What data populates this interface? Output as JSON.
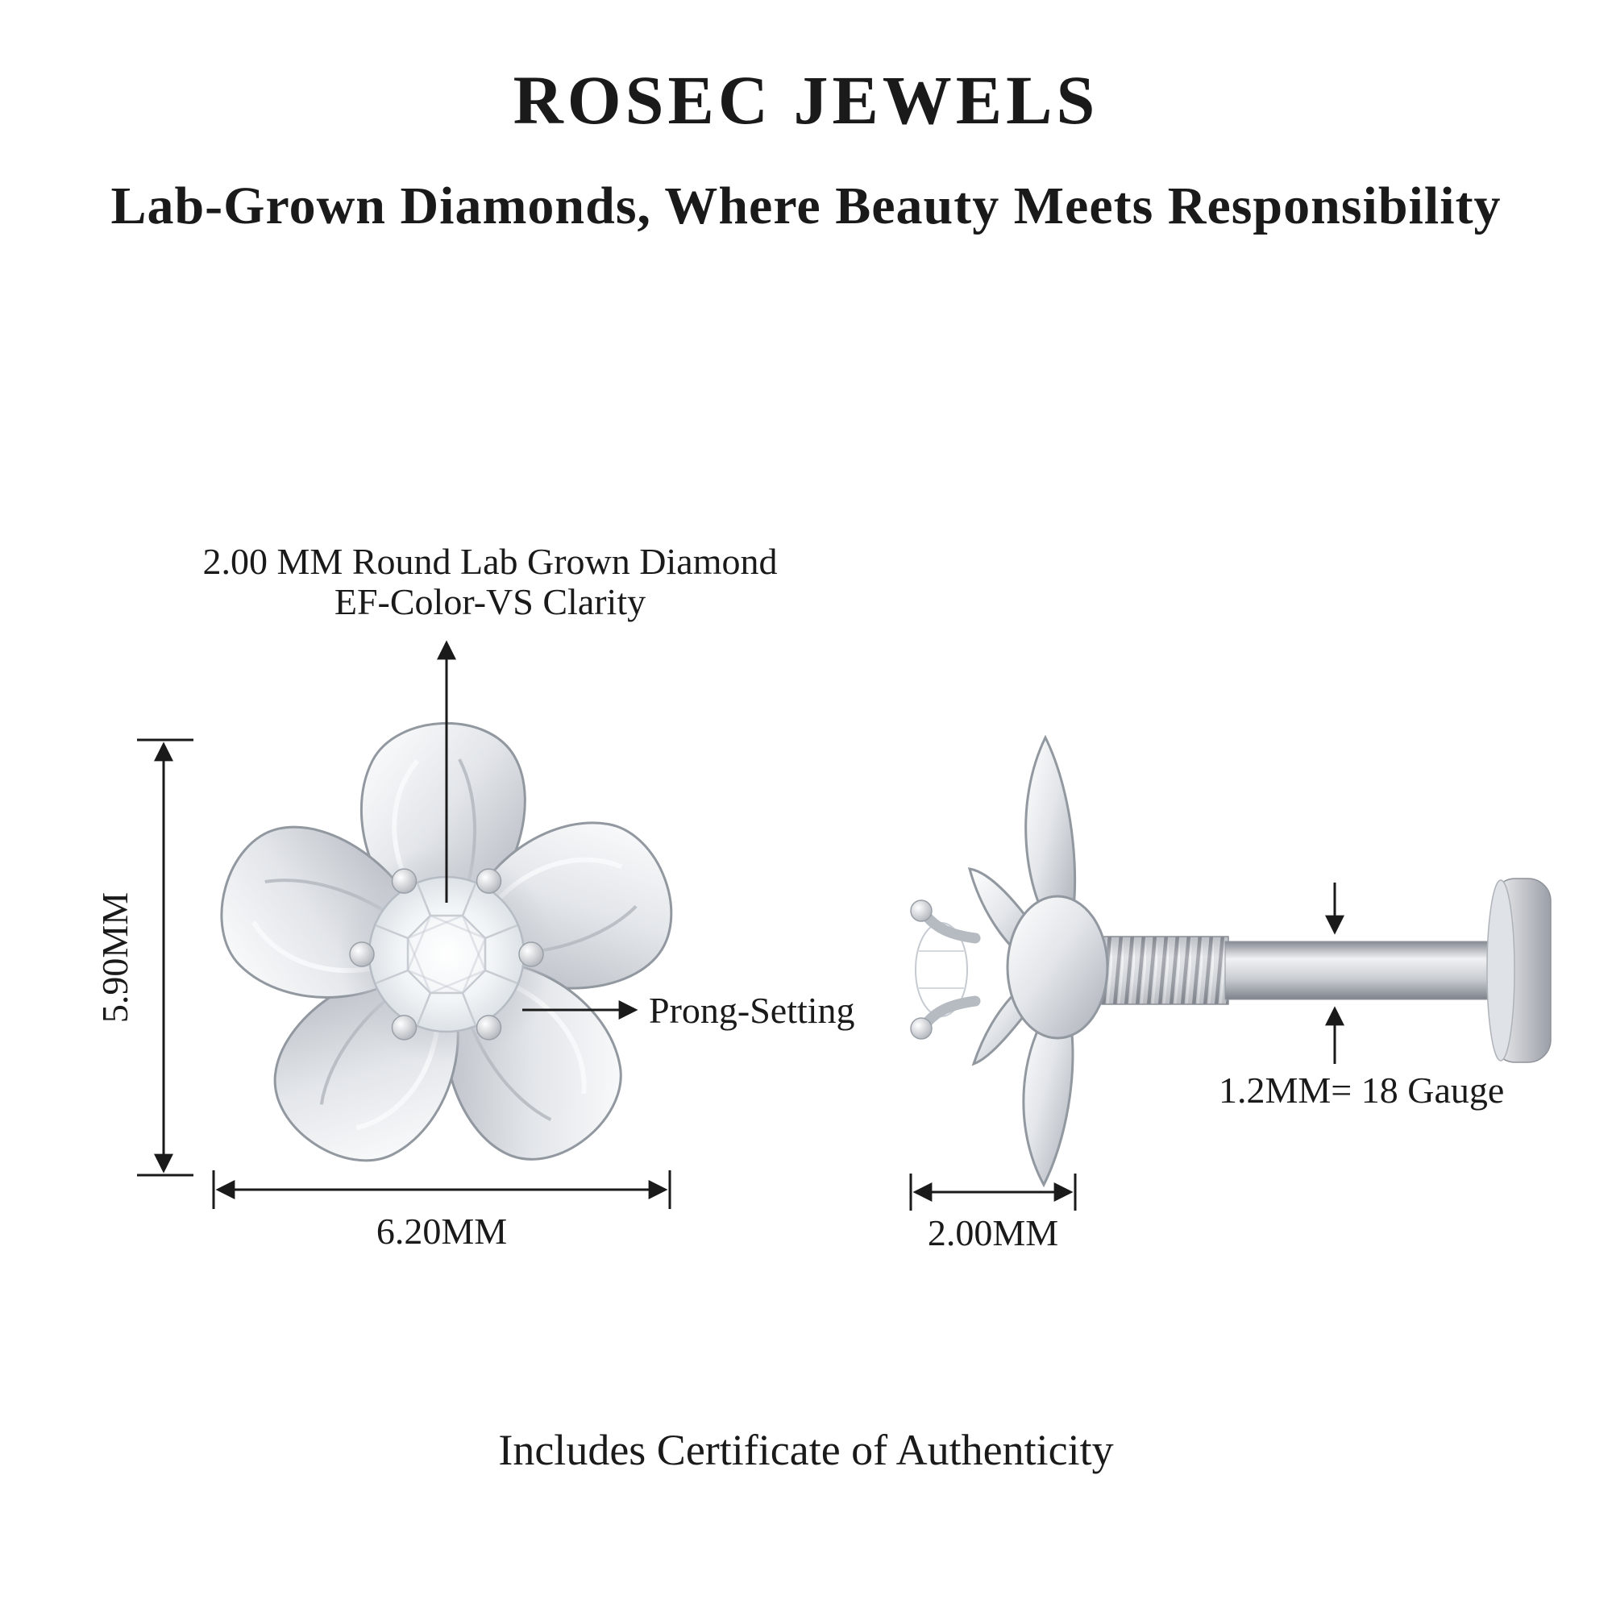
{
  "header": {
    "brand": "ROSEC JEWELS",
    "tagline": "Lab-Grown Diamonds, Where Beauty Meets Responsibility"
  },
  "diagram": {
    "front_view": {
      "stone_note_line1": "2.00 MM Round Lab Grown Diamond",
      "stone_note_line2": "EF-Color-VS Clarity",
      "height": "5.90MM",
      "width": "6.20MM",
      "prong_label": "Prong-Setting"
    },
    "side_view": {
      "gauge": "1.2MM= 18 Gauge",
      "width": "2.00MM"
    }
  },
  "footer": {
    "certificate_note": "Includes Certificate of Authenticity"
  },
  "colors": {
    "text": "#1a1a1a",
    "metal_light": "#f7f8fa",
    "metal_mid": "#d9dce1",
    "metal_dark": "#a7abb3",
    "background": "#ffffff"
  }
}
